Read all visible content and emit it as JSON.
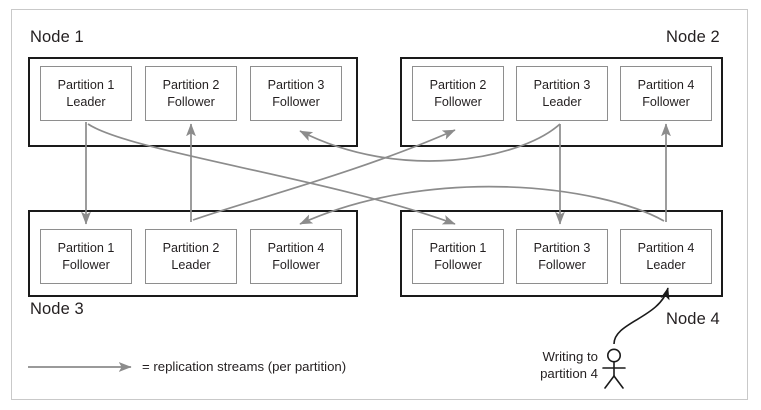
{
  "diagram": {
    "nodes": [
      {
        "label": "Node 1",
        "partitions": [
          {
            "name": "Partition 1",
            "role": "Leader"
          },
          {
            "name": "Partition 2",
            "role": "Follower"
          },
          {
            "name": "Partition 3",
            "role": "Follower"
          }
        ]
      },
      {
        "label": "Node 2",
        "partitions": [
          {
            "name": "Partition 2",
            "role": "Follower"
          },
          {
            "name": "Partition 3",
            "role": "Leader"
          },
          {
            "name": "Partition 4",
            "role": "Follower"
          }
        ]
      },
      {
        "label": "Node 3",
        "partitions": [
          {
            "name": "Partition 1",
            "role": "Follower"
          },
          {
            "name": "Partition 2",
            "role": "Leader"
          },
          {
            "name": "Partition 4",
            "role": "Follower"
          }
        ]
      },
      {
        "label": "Node 4",
        "partitions": [
          {
            "name": "Partition 1",
            "role": "Follower"
          },
          {
            "name": "Partition 3",
            "role": "Follower"
          },
          {
            "name": "Partition 4",
            "role": "Leader"
          }
        ]
      }
    ],
    "legend": {
      "text": "= replication streams (per partition)"
    },
    "annotation": {
      "line1": "Writing to",
      "line2": "partition 4"
    },
    "colors": {
      "arrow": "#8c8c8c",
      "node_border": "#1a1a1a",
      "partition_border": "#8e8e8e",
      "text": "#231f20",
      "client_arrow": "#1a1a1a"
    }
  }
}
